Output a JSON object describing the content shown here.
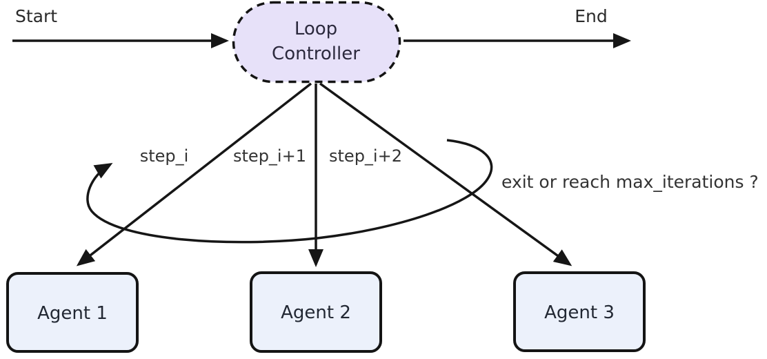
{
  "diagram": {
    "type": "flowchart",
    "title": "Loop Controller multi-agent flow",
    "terminals": {
      "start_label": "Start",
      "end_label": "End"
    },
    "loop_controller": {
      "label_lines": [
        "Loop",
        "Controller"
      ],
      "shape": "stadium-dashed"
    },
    "agents": [
      {
        "label": "Agent 1"
      },
      {
        "label": "Agent 2"
      },
      {
        "label": "Agent 3"
      }
    ],
    "edges": {
      "step_labels": [
        "step_i",
        "step_i+1",
        "step_i+2"
      ],
      "loop_back_label": "exit or reach max_iterations ?"
    },
    "colors": {
      "background": "#ffffff",
      "loop_controller_fill": "#e7e1f9",
      "agent_fill": "#ecf1fb",
      "stroke": "#161616",
      "edge_label_text": "#333333",
      "node_text": "#2c2a3e"
    }
  }
}
